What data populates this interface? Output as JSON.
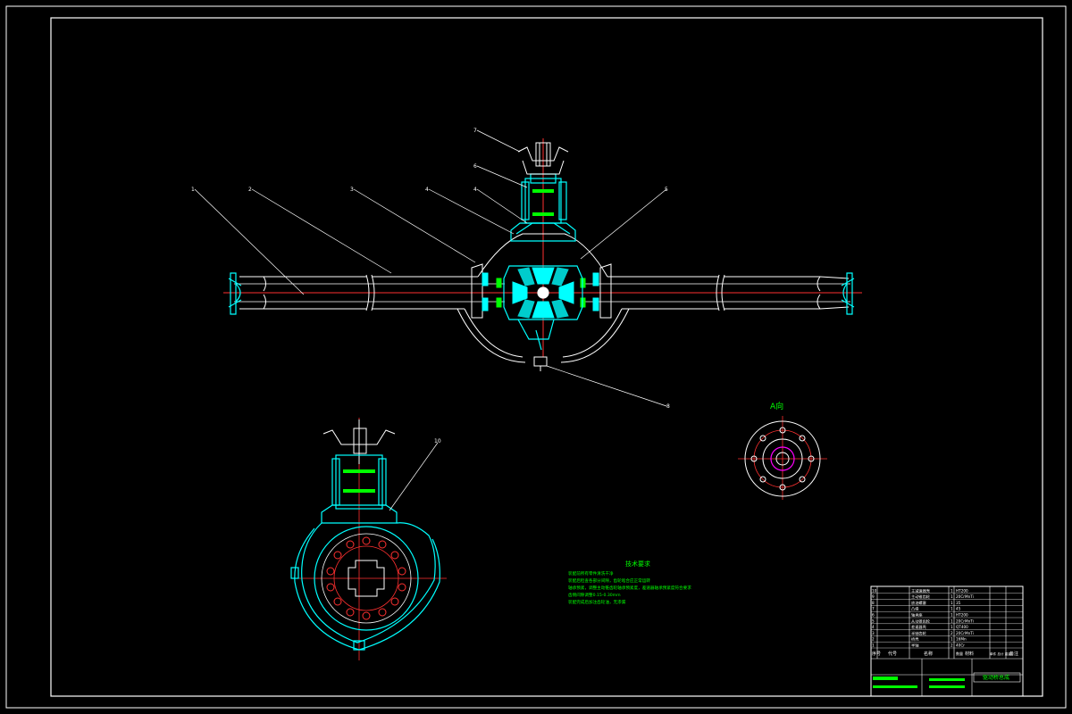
{
  "view_labels": {
    "a_view": "A向"
  },
  "leader_labels": [
    "7",
    "6",
    "4",
    "1",
    "2",
    "3",
    "4",
    "5",
    "8",
    "10"
  ],
  "technical_requirements": {
    "title": "技术要求",
    "lines": [
      "装配前所有零件清洗干净",
      "装配后检查各部分间隙，齿轮啮合应正常运转",
      "轴承预紧，调整主动锥齿轮轴承预紧度，差速器轴承预紧度符合要求",
      "齿侧间隙调整0.15-0.30mm",
      "装配完成后加注齿轮油，无渗漏"
    ]
  },
  "title_block": {
    "drawing_name": "驱动桥总成",
    "parts_header": {
      "no": "序号",
      "code": "代号",
      "name": "名称",
      "qty": "数量",
      "material": "材料",
      "weight": "单件 总计 重量",
      "remark": "备注"
    },
    "part_rows": [
      {
        "no": "10",
        "name": "主减速器壳",
        "qty": "1",
        "mat": "HT200"
      },
      {
        "no": "9",
        "name": "主动锥齿轮",
        "qty": "1",
        "mat": "20CrMnTi"
      },
      {
        "no": "8",
        "name": "放油螺塞",
        "qty": "1",
        "mat": "35"
      },
      {
        "no": "7",
        "name": "凸缘",
        "qty": "1",
        "mat": "45"
      },
      {
        "no": "6",
        "name": "轴承座",
        "qty": "1",
        "mat": "HT200"
      },
      {
        "no": "5",
        "name": "从动锥齿轮",
        "qty": "1",
        "mat": "20CrMnTi"
      },
      {
        "no": "4",
        "name": "差速器壳",
        "qty": "1",
        "mat": "QT400"
      },
      {
        "no": "3",
        "name": "半轴齿轮",
        "qty": "2",
        "mat": "20CrMnTi"
      },
      {
        "no": "2",
        "name": "桥壳",
        "qty": "1",
        "mat": "16Mn"
      },
      {
        "no": "1",
        "name": "半轴",
        "qty": "2",
        "mat": "40Cr"
      }
    ]
  },
  "colors": {
    "frame": "#ffffff",
    "body": "#00ffff",
    "red": "#ff3030",
    "green": "#00ff00",
    "yellow": "#ffff00",
    "magenta": "#ff00ff",
    "blue": "#4060ff"
  }
}
